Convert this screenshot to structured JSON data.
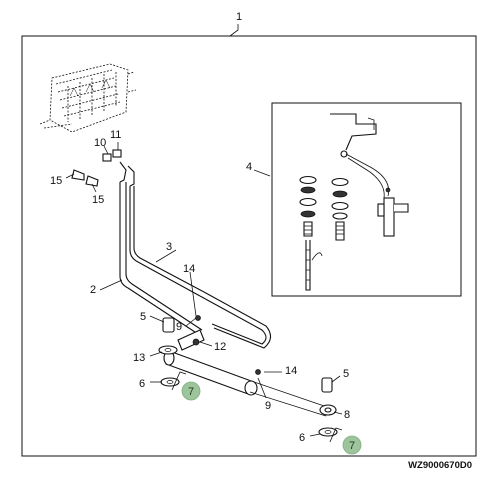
{
  "diagram": {
    "drawing_code": "WZ9000670D0",
    "callouts": {
      "c1": "1",
      "c2": "2",
      "c3": "3",
      "c4": "4",
      "c5a": "5",
      "c5b": "5",
      "c6a": "6",
      "c6b": "6",
      "c8": "8",
      "c9a": "9",
      "c9b": "9",
      "c10": "10",
      "c11": "11",
      "c12": "12",
      "c13": "13",
      "c14a": "14",
      "c14b": "14",
      "c15a": "15",
      "c15b": "15"
    },
    "badges": {
      "b7a": "7",
      "b7b": "7"
    }
  }
}
